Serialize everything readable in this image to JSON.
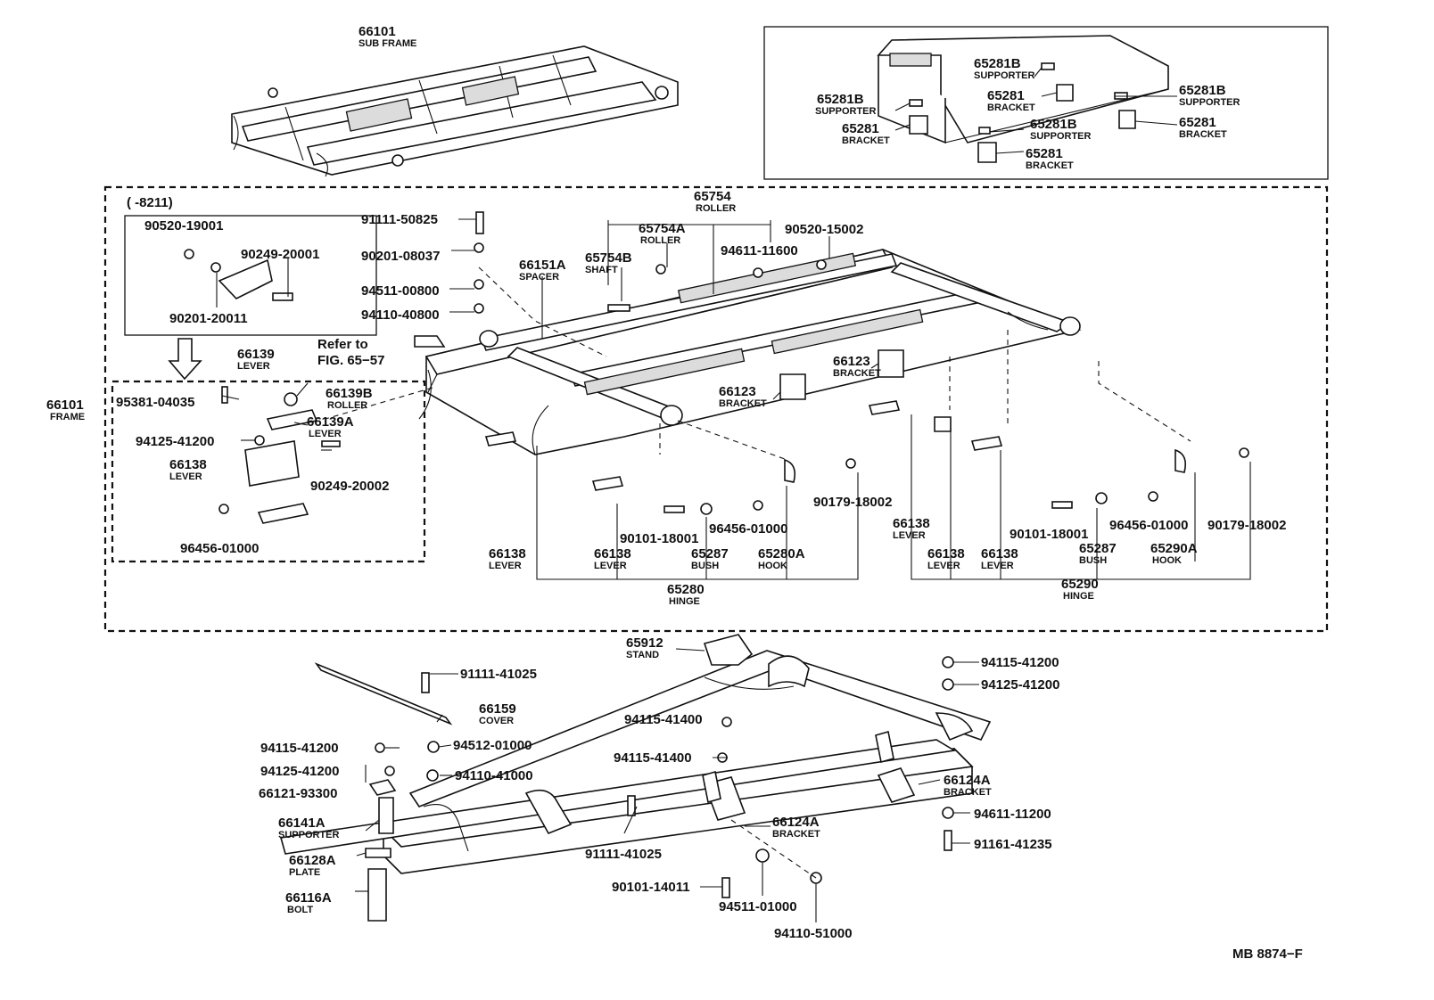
{
  "labels": {
    "sub_frame_no": "66101",
    "sub_frame": "SUB FRAME",
    "box_supporter_a_no": "65281B",
    "box_supporter_a": "SUPPORTER",
    "box_bracket_a_no": "65281",
    "box_bracket_a": "BRACKET",
    "box_supporter_b_no": "65281B",
    "box_supporter_b": "SUPPORTER",
    "box_bracket_b_no": "65281",
    "box_bracket_b": "BRACKET",
    "box_supporter_c_no": "65281B",
    "box_supporter_c": "SUPPORTER",
    "box_bracket_c_no": "65281",
    "box_bracket_c": "BRACKET",
    "box_supporter_d_no": "65281B",
    "box_supporter_d": "SUPPORTER",
    "box_bracket_d_no": "65281",
    "box_bracket_d": "BRACKET",
    "date_range": "(      -8211)",
    "p90520_19001": "90520-19001",
    "p90249_20001": "90249-20001",
    "p90201_20011": "90201-20011",
    "p91111_50825": "91111-50825",
    "p90201_08037": "90201-08037",
    "p94511_00800": "94511-00800",
    "p94110_40800": "94110-40800",
    "p66151A": "66151A",
    "spacer": "SPACER",
    "p65754B": "65754B",
    "shaft": "SHAFT",
    "p65754A": "65754A",
    "roller_a": "ROLLER",
    "p65754": "65754",
    "roller": "ROLLER",
    "p94611_11600": "94611-11600",
    "p90520_15002": "90520-15002",
    "refer": "Refer to",
    "refer_fig": "FIG. 65−57",
    "p66139": "66139",
    "lever_66139": "LEVER",
    "p66101_frame": "66101",
    "frame": "FRAME",
    "p95381_04035": "95381-04035",
    "p66139B": "66139B",
    "roller_b": "ROLLER",
    "p66139A": "66139A",
    "lever_a": "LEVER",
    "p94125_41200_i": "94125-41200",
    "p66138_i": "66138",
    "lever_i": "LEVER",
    "p90249_20002": "90249-20002",
    "p96456_01000_i": "96456-01000",
    "p66123_l": "66123",
    "bracket_l": "BRACKET",
    "p66123_r": "66123",
    "bracket_r": "BRACKET",
    "p66138_1": "66138",
    "lever_1": "LEVER",
    "p66138_2": "66138",
    "lever_2": "LEVER",
    "p90101_18001_l": "90101-18001",
    "p96456_01000_l": "96456-01000",
    "p65287_l": "65287",
    "bush_l": "BUSH",
    "p65280A": "65280A",
    "hook_l": "HOOK",
    "p90179_18002_l": "90179-18002",
    "p65280": "65280",
    "hinge_l": "HINGE",
    "p66138_3": "66138",
    "lever_3": "LEVER",
    "p66138_4": "66138",
    "lever_4": "LEVER",
    "p66138_5": "66138",
    "lever_5": "LEVER",
    "p90101_18001_r": "90101-18001",
    "p96456_01000_r": "96456-01000",
    "p65287_r": "65287",
    "bush_r": "BUSH",
    "p65290A": "65290A",
    "hook_r": "HOOK",
    "p90179_18002_r": "90179-18002",
    "p65290": "65290",
    "hinge_r": "HINGE",
    "p65912": "65912",
    "stand": "STAND",
    "p91111_41025_t": "91111-41025",
    "p66159": "66159",
    "cover": "COVER",
    "p94115_41400_t": "94115-41400",
    "p94115_41200_r": "94115-41200",
    "p94125_41200_r": "94125-41200",
    "p94115_41200_l": "94115-41200",
    "p94512_01000": "94512-01000",
    "p94115_41400_m": "94115-41400",
    "p94125_41200_l": "94125-41200",
    "p94110_41000": "94110-41000",
    "p66121_93300": "66121-93300",
    "p66124A_r": "66124A",
    "bracket_124r": "BRACKET",
    "p66141A": "66141A",
    "supporter_141": "SUPPORTER",
    "p94611_11200": "94611-11200",
    "p66124A_m": "66124A",
    "bracket_124m": "BRACKET",
    "p91111_41025_b": "91111-41025",
    "p91161_41235": "91161-41235",
    "p66128A": "66128A",
    "plate": "PLATE",
    "p90101_14011": "90101-14011",
    "p66116A": "66116A",
    "bolt": "BOLT",
    "p94511_01000": "94511-01000",
    "p94110_51000": "94110-51000",
    "ref_code": "MB 8874−F"
  }
}
